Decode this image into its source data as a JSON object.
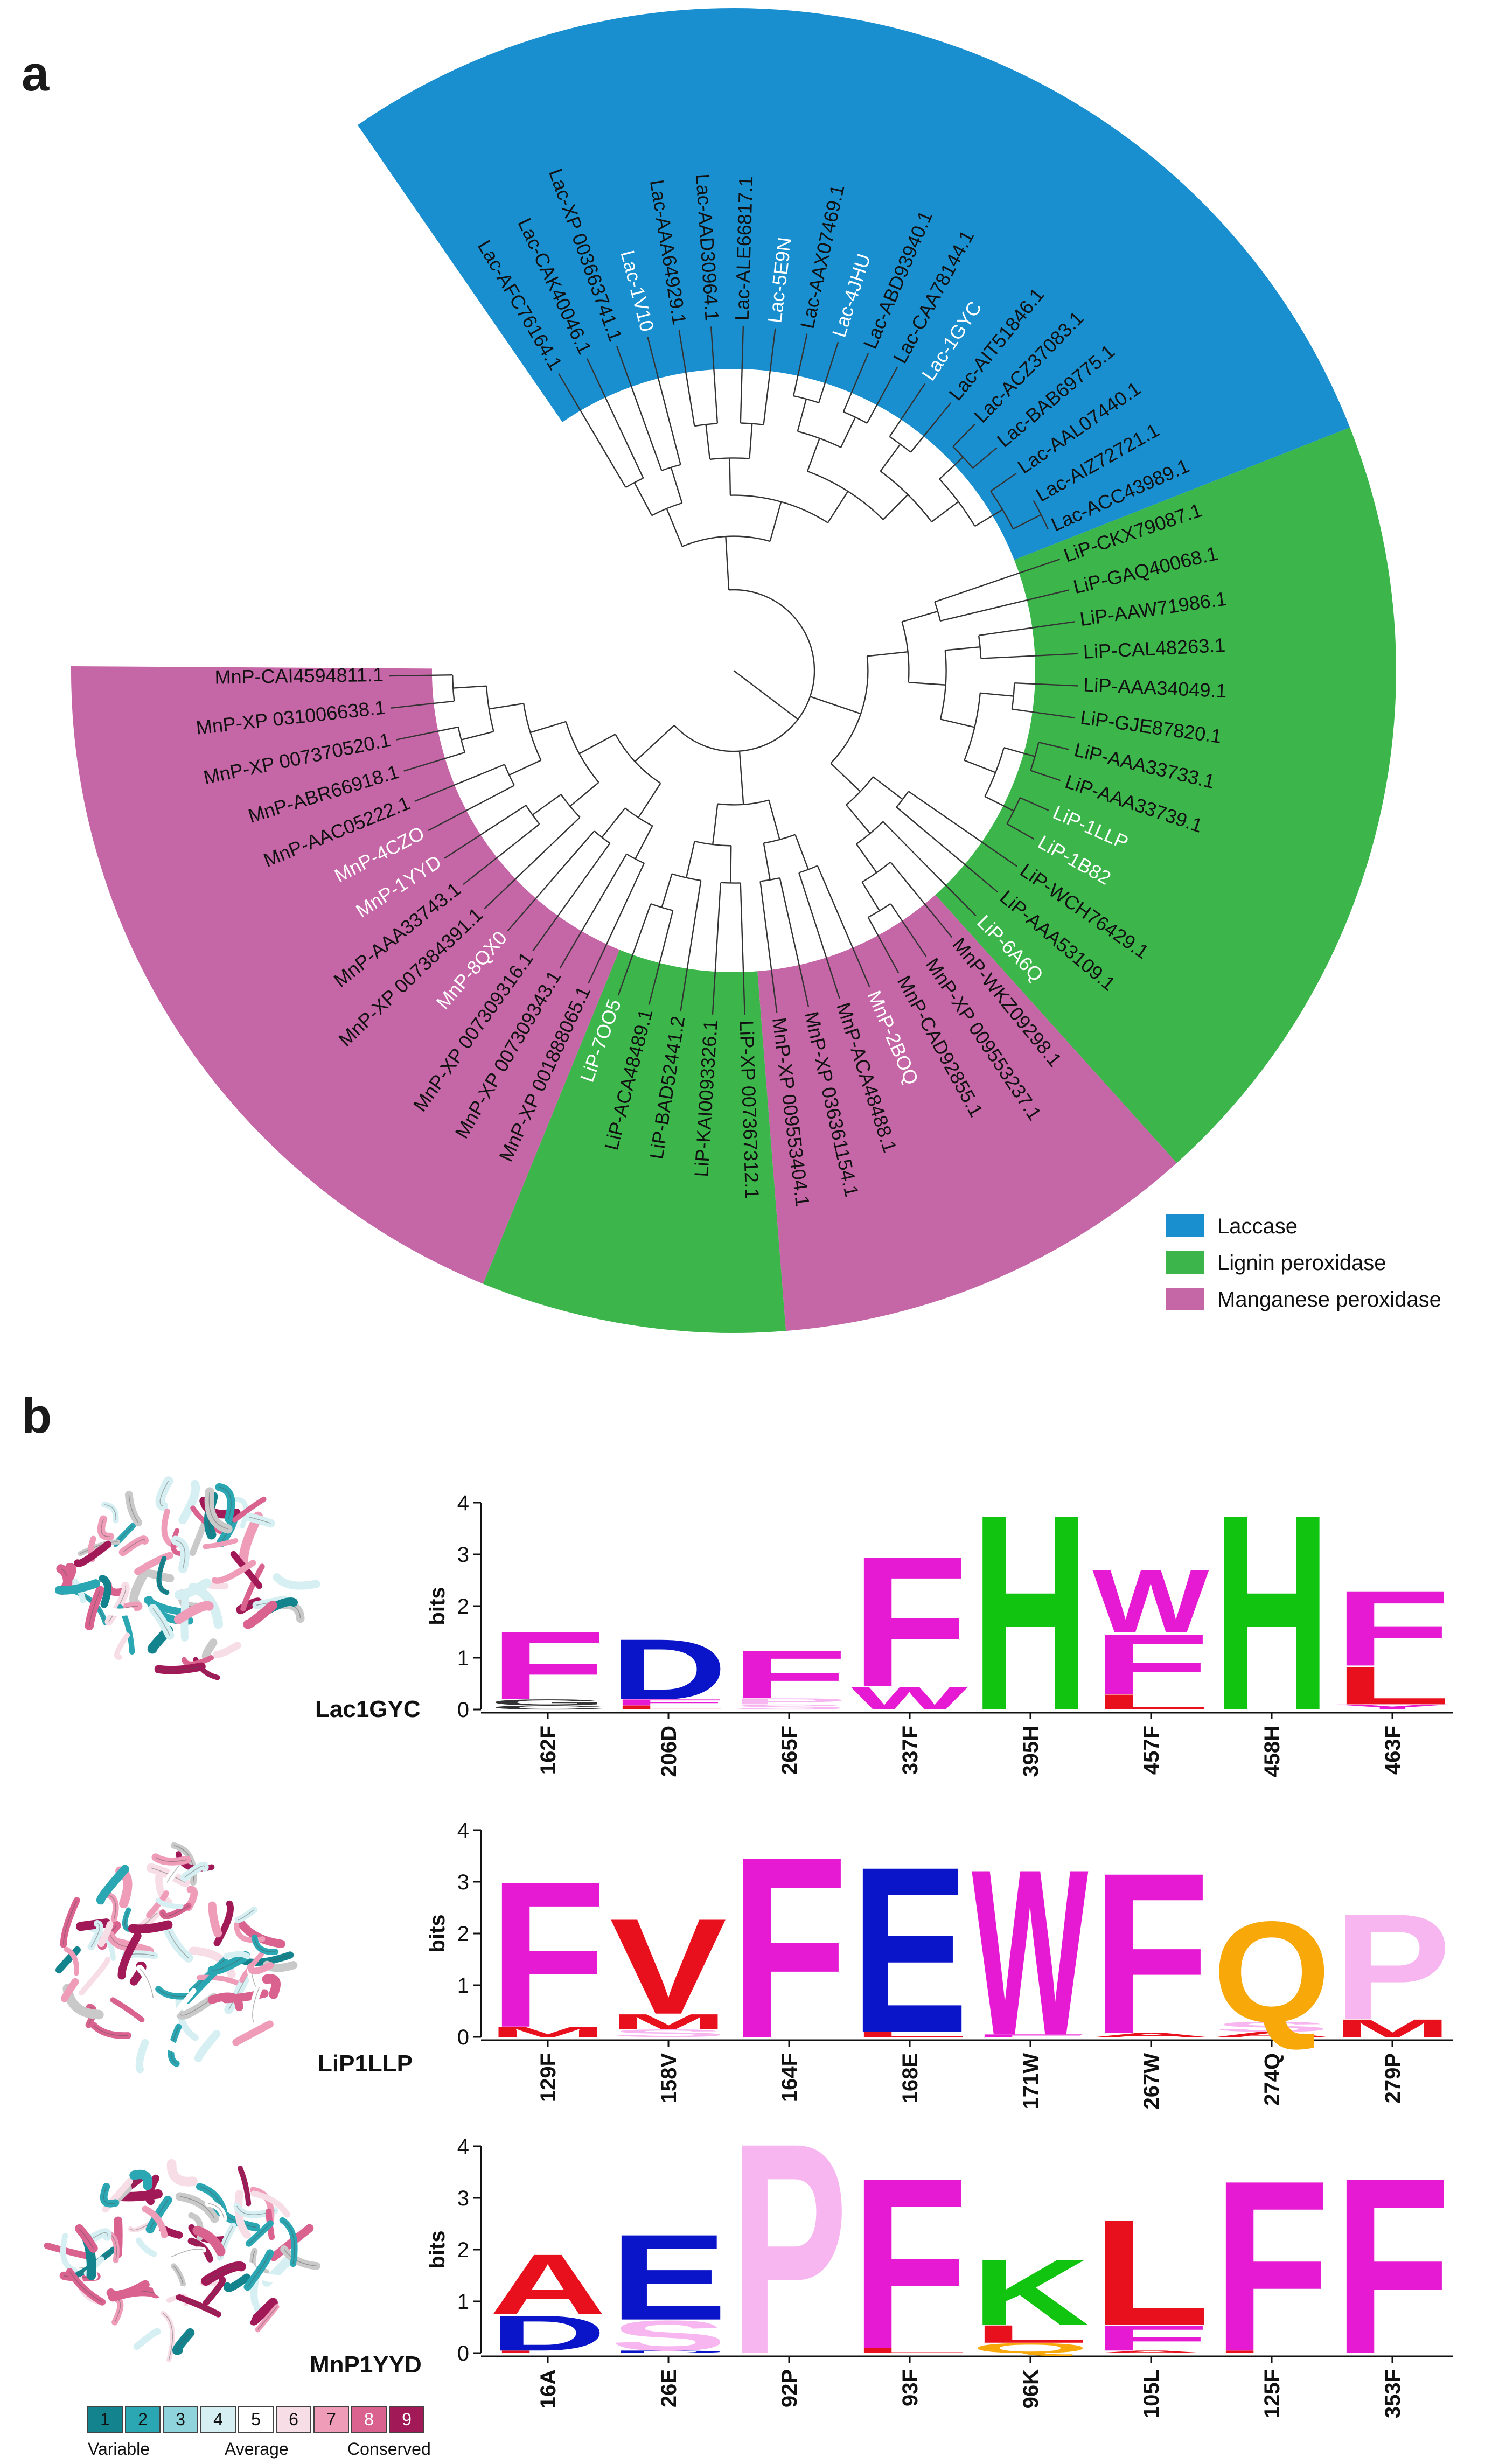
{
  "panels": {
    "a": "a",
    "b": "b"
  },
  "colors": {
    "Laccase": "#1a8fd0",
    "Lignin peroxidase": "#3cb54a",
    "Manganese peroxidase": "#c566a6",
    "A": "#e8101c",
    "D": "#0a14c8",
    "E": "#0a14c8",
    "F": "#e61ad2",
    "H": "#10c410",
    "K": "#10c410",
    "L": "#e8101c",
    "P": "#f7b6f0",
    "Q": "#f8a808",
    "S": "#f7b6f0",
    "V": "#e8101c",
    "W": "#e61ad2",
    "M": "#e8101c",
    "Y": "#e61ad2",
    "C": "#333333",
    "G": "#333333"
  },
  "legend": [
    {
      "label": "Laccase",
      "color": "#1a8fd0"
    },
    {
      "label": "Lignin peroxidase",
      "color": "#3cb54a"
    },
    {
      "label": "Manganese peroxidase",
      "color": "#c566a6"
    }
  ],
  "tree": {
    "leaves": [
      {
        "label": "Lac-AFC76164.1",
        "family": "Laccase",
        "structure": false
      },
      {
        "label": "Lac-CAK40046.1",
        "family": "Laccase",
        "structure": false
      },
      {
        "label": "Lac-XP 003663741.1",
        "family": "Laccase",
        "structure": false
      },
      {
        "label": "Lac-1V10",
        "family": "Laccase",
        "structure": true
      },
      {
        "label": "Lac-AAA64929.1",
        "family": "Laccase",
        "structure": false
      },
      {
        "label": "Lac-AAD30964.1",
        "family": "Laccase",
        "structure": false
      },
      {
        "label": "Lac-ALE66817.1",
        "family": "Laccase",
        "structure": false
      },
      {
        "label": "Lac-5E9N",
        "family": "Laccase",
        "structure": true
      },
      {
        "label": "Lac-AAX07469.1",
        "family": "Laccase",
        "structure": false
      },
      {
        "label": "Lac-4JHU",
        "family": "Laccase",
        "structure": true
      },
      {
        "label": "Lac-ABD93940.1",
        "family": "Laccase",
        "structure": false
      },
      {
        "label": "Lac-CAA78144.1",
        "family": "Laccase",
        "structure": false
      },
      {
        "label": "Lac-1GYC",
        "family": "Laccase",
        "structure": true
      },
      {
        "label": "Lac-AIT51846.1",
        "family": "Laccase",
        "structure": false
      },
      {
        "label": "Lac-ACZ37083.1",
        "family": "Laccase",
        "structure": false
      },
      {
        "label": "Lac-BAB69775.1",
        "family": "Laccase",
        "structure": false
      },
      {
        "label": "Lac-AAL07440.1",
        "family": "Laccase",
        "structure": false
      },
      {
        "label": "Lac-AIZ72721.1",
        "family": "Laccase",
        "structure": false
      },
      {
        "label": "Lac-ACC43989.1",
        "family": "Laccase",
        "structure": false
      },
      {
        "label": "LiP-CKX79087.1",
        "family": "Lignin peroxidase",
        "structure": false
      },
      {
        "label": "LiP-GAQ40068.1",
        "family": "Lignin peroxidase",
        "structure": false
      },
      {
        "label": "LiP-AAW71986.1",
        "family": "Lignin peroxidase",
        "structure": false
      },
      {
        "label": "LiP-CAL48263.1",
        "family": "Lignin peroxidase",
        "structure": false
      },
      {
        "label": "LiP-AAA34049.1",
        "family": "Lignin peroxidase",
        "structure": false
      },
      {
        "label": "LiP-GJE87820.1",
        "family": "Lignin peroxidase",
        "structure": false
      },
      {
        "label": "LiP-AAA33733.1",
        "family": "Lignin peroxidase",
        "structure": false
      },
      {
        "label": "LiP-AAA33739.1",
        "family": "Lignin peroxidase",
        "structure": false
      },
      {
        "label": "LiP-1LLP",
        "family": "Lignin peroxidase",
        "structure": true
      },
      {
        "label": "LiP-1B82",
        "family": "Lignin peroxidase",
        "structure": true
      },
      {
        "label": "LiP-WCH76429.1",
        "family": "Lignin peroxidase",
        "structure": false
      },
      {
        "label": "LiP-AAA53109.1",
        "family": "Lignin peroxidase",
        "structure": false
      },
      {
        "label": "LiP-6A6Q",
        "family": "Lignin peroxidase",
        "structure": true
      },
      {
        "label": "MnP-WKZ09298.1",
        "family": "Manganese peroxidase",
        "structure": false
      },
      {
        "label": "MnP-XP 009553237.1",
        "family": "Manganese peroxidase",
        "structure": false
      },
      {
        "label": "MnP-CAD92855.1",
        "family": "Manganese peroxidase",
        "structure": false
      },
      {
        "label": "MnP-2BOQ",
        "family": "Manganese peroxidase",
        "structure": true
      },
      {
        "label": "MnP-ACA48488.1",
        "family": "Manganese peroxidase",
        "structure": false
      },
      {
        "label": "MnP-XP 036361154.1",
        "family": "Manganese peroxidase",
        "structure": false
      },
      {
        "label": "MnP-XP 009553404.1",
        "family": "Manganese peroxidase",
        "structure": false
      },
      {
        "label": "LiP-XP 007367312.1",
        "family": "Lignin peroxidase",
        "structure": false
      },
      {
        "label": "LiP-KAI0093326.1",
        "family": "Lignin peroxidase",
        "structure": false
      },
      {
        "label": "LiP-BAD52441.2",
        "family": "Lignin peroxidase",
        "structure": false
      },
      {
        "label": "LiP-ACA48489.1",
        "family": "Lignin peroxidase",
        "structure": false
      },
      {
        "label": "LiP-7OO5",
        "family": "Lignin peroxidase",
        "structure": true
      },
      {
        "label": "MnP-XP 001888065.1",
        "family": "Manganese peroxidase",
        "structure": false
      },
      {
        "label": "MnP-XP 007309343.1",
        "family": "Manganese peroxidase",
        "structure": false
      },
      {
        "label": "MnP-XP 007309316.1",
        "family": "Manganese peroxidase",
        "structure": false
      },
      {
        "label": "MnP-8QX0",
        "family": "Manganese peroxidase",
        "structure": true
      },
      {
        "label": "MnP-XP 007384391.1",
        "family": "Manganese peroxidase",
        "structure": false
      },
      {
        "label": "MnP-AAA33743.1",
        "family": "Manganese peroxidase",
        "structure": false
      },
      {
        "label": "MnP-1YYD",
        "family": "Manganese peroxidase",
        "structure": true
      },
      {
        "label": "MnP-4CZO",
        "family": "Manganese peroxidase",
        "structure": true
      },
      {
        "label": "MnP-AAC05222.1",
        "family": "Manganese peroxidase",
        "structure": false
      },
      {
        "label": "MnP-ABR66918.1",
        "family": "Manganese peroxidase",
        "structure": false
      },
      {
        "label": "MnP-XP 007370520.1",
        "family": "Manganese peroxidase",
        "structure": false
      },
      {
        "label": "MnP-XP 031006638.1",
        "family": "Manganese peroxidase",
        "structure": false
      },
      {
        "label": "MnP-CAI4594811.1",
        "family": "Manganese peroxidase",
        "structure": false
      }
    ]
  },
  "chart_data": [
    {
      "type": "sequence_logo",
      "protein": "Lac1GYC",
      "ylabel": "bits",
      "ylim": [
        0,
        4
      ],
      "yticks": [
        "0",
        "1",
        "2",
        "3",
        "4"
      ],
      "positions": [
        {
          "pos": "162F",
          "letters": [
            {
              "aa": "F",
              "bits": 1.35
            },
            {
              "aa": "G",
              "bits": 0.12
            },
            {
              "aa": "C",
              "bits": 0.08
            }
          ]
        },
        {
          "pos": "206D",
          "letters": [
            {
              "aa": "D",
              "bits": 1.2
            },
            {
              "aa": "F",
              "bits": 0.12
            },
            {
              "aa": "L",
              "bits": 0.08
            }
          ]
        },
        {
          "pos": "265F",
          "letters": [
            {
              "aa": "F",
              "bits": 0.95
            },
            {
              "aa": "P",
              "bits": 0.12
            },
            {
              "aa": "S",
              "bits": 0.1
            }
          ]
        },
        {
          "pos": "337F",
          "letters": [
            {
              "aa": "F",
              "bits": 2.6
            },
            {
              "aa": "W",
              "bits": 0.45
            }
          ]
        },
        {
          "pos": "395H",
          "letters": [
            {
              "aa": "H",
              "bits": 3.9
            }
          ]
        },
        {
          "pos": "457F",
          "letters": [
            {
              "aa": "F",
              "bits": 1.2
            },
            {
              "aa": "W",
              "bits": 1.25
            },
            {
              "aa": "L",
              "bits": 0.3
            }
          ]
        },
        {
          "pos": "458H",
          "letters": [
            {
              "aa": "H",
              "bits": 3.9
            }
          ]
        },
        {
          "pos": "463F",
          "letters": [
            {
              "aa": "F",
              "bits": 1.5
            },
            {
              "aa": "L",
              "bits": 0.75
            },
            {
              "aa": "Y",
              "bits": 0.1
            }
          ]
        }
      ]
    },
    {
      "type": "sequence_logo",
      "protein": "LiP1LLP",
      "ylabel": "bits",
      "ylim": [
        0,
        4
      ],
      "yticks": [
        "0",
        "1",
        "2",
        "3",
        "4"
      ],
      "positions": [
        {
          "pos": "129F",
          "letters": [
            {
              "aa": "F",
              "bits": 2.9
            },
            {
              "aa": "M",
              "bits": 0.2
            }
          ]
        },
        {
          "pos": "158V",
          "letters": [
            {
              "aa": "V",
              "bits": 1.9
            },
            {
              "aa": "S",
              "bits": 0.15
            },
            {
              "aa": "M",
              "bits": 0.3
            }
          ]
        },
        {
          "pos": "164F",
          "letters": [
            {
              "aa": "F",
              "bits": 3.6
            }
          ]
        },
        {
          "pos": "168E",
          "letters": [
            {
              "aa": "E",
              "bits": 3.3
            },
            {
              "aa": "L",
              "bits": 0.1
            }
          ]
        },
        {
          "pos": "171W",
          "letters": [
            {
              "aa": "W",
              "bits": 3.3
            },
            {
              "aa": "F",
              "bits": 0.05
            }
          ]
        },
        {
          "pos": "267W",
          "letters": [
            {
              "aa": "F",
              "bits": 3.2
            },
            {
              "aa": "A",
              "bits": 0.08
            }
          ]
        },
        {
          "pos": "274Q",
          "letters": [
            {
              "aa": "Q",
              "bits": 2.0
            },
            {
              "aa": "S",
              "bits": 0.2
            },
            {
              "aa": "A",
              "bits": 0.1
            }
          ]
        },
        {
          "pos": "279P",
          "letters": [
            {
              "aa": "P",
              "bits": 2.1
            },
            {
              "aa": "M",
              "bits": 0.35
            }
          ]
        }
      ]
    },
    {
      "type": "sequence_logo",
      "protein": "MnP1YYD",
      "ylabel": "bits",
      "ylim": [
        0,
        4
      ],
      "yticks": [
        "0",
        "1",
        "2",
        "3",
        "4"
      ],
      "positions": [
        {
          "pos": "16A",
          "letters": [
            {
              "aa": "A",
              "bits": 1.2
            },
            {
              "aa": "D",
              "bits": 0.7
            },
            {
              "aa": "L",
              "bits": 0.05
            }
          ]
        },
        {
          "pos": "26E",
          "letters": [
            {
              "aa": "E",
              "bits": 1.7
            },
            {
              "aa": "S",
              "bits": 0.6
            },
            {
              "aa": "D",
              "bits": 0.05
            }
          ]
        },
        {
          "pos": "92P",
          "letters": [
            {
              "aa": "P",
              "bits": 4.2
            }
          ]
        },
        {
          "pos": "93F",
          "letters": [
            {
              "aa": "F",
              "bits": 3.4
            },
            {
              "aa": "L",
              "bits": 0.1
            }
          ]
        },
        {
          "pos": "96K",
          "letters": [
            {
              "aa": "K",
              "bits": 1.3
            },
            {
              "aa": "L",
              "bits": 0.35
            },
            {
              "aa": "Q",
              "bits": 0.2
            }
          ]
        },
        {
          "pos": "105L",
          "letters": [
            {
              "aa": "L",
              "bits": 2.1
            },
            {
              "aa": "F",
              "bits": 0.5
            },
            {
              "aa": "A",
              "bits": 0.05
            }
          ]
        },
        {
          "pos": "125F",
          "letters": [
            {
              "aa": "F",
              "bits": 3.4
            },
            {
              "aa": "L",
              "bits": 0.05
            }
          ]
        },
        {
          "pos": "353F",
          "letters": [
            {
              "aa": "F",
              "bits": 3.5
            }
          ]
        }
      ]
    }
  ],
  "conservation_scale": {
    "levels": [
      {
        "n": "1",
        "color": "#13848e"
      },
      {
        "n": "2",
        "color": "#2aa7b3"
      },
      {
        "n": "3",
        "color": "#8fd3dc"
      },
      {
        "n": "4",
        "color": "#d6eff2"
      },
      {
        "n": "5",
        "color": "#ffffff"
      },
      {
        "n": "6",
        "color": "#f7dde6"
      },
      {
        "n": "7",
        "color": "#ef9cb9"
      },
      {
        "n": "8",
        "color": "#d9628e"
      },
      {
        "n": "9",
        "color": "#a11a57"
      }
    ],
    "labels": {
      "low": "Variable",
      "mid": "Average",
      "high": "Conserved"
    }
  }
}
